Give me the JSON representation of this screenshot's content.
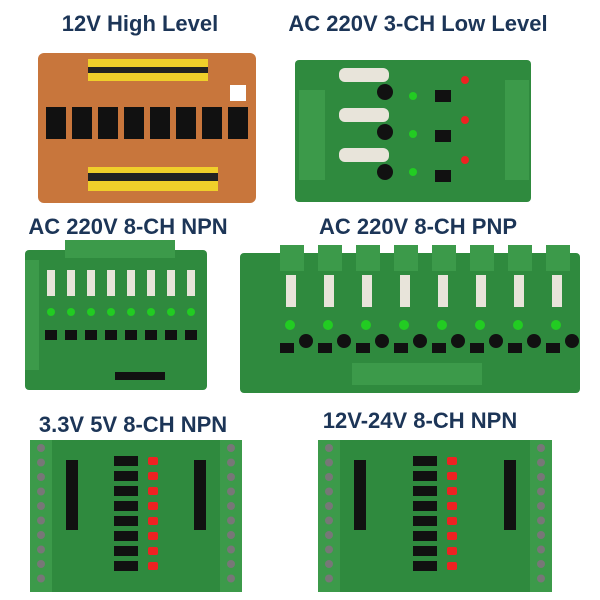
{
  "products": [
    {
      "label": "12V High Level",
      "board": "brown-pcb-8ch"
    },
    {
      "label": "AC 220V 3-CH Low Level",
      "board": "green-pcb-3ch"
    },
    {
      "label": "AC 220V 8-CH NPN",
      "board": "green-pcb-8ch-square"
    },
    {
      "label": "AC 220V 8-CH PNP",
      "board": "green-pcb-8ch-wide"
    },
    {
      "label": "3.3V 5V 8-CH NPN",
      "board": "green-pcb-8ch-terminal"
    },
    {
      "label": "12V-24V 8-CH NPN",
      "board": "green-pcb-8ch-terminal"
    }
  ],
  "colors": {
    "label": "#1c3557",
    "pcb_green": "#2f8a3e",
    "pcb_brown": "#c8763c",
    "terminal_green": "#3c9a4a",
    "header_yellow": "#f0cf2a"
  }
}
